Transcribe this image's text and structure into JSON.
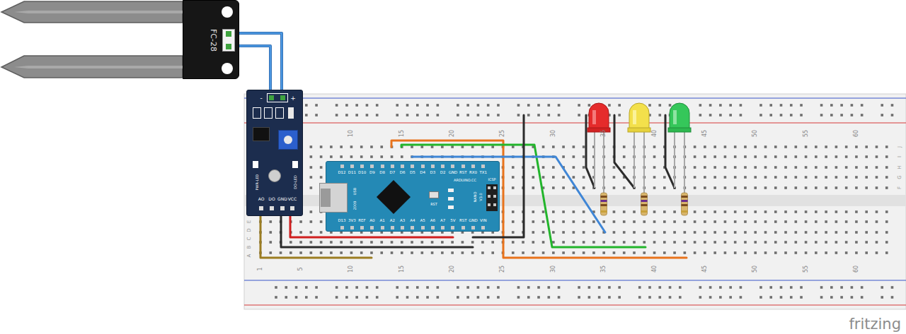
{
  "diagram": {
    "nodes": [
      {
        "text": [
          "FC-28"
        ]
      },
      {
        "text": [
          "-",
          "+",
          "PWR-LED",
          "DO-LED",
          "AO",
          "DO",
          "GND",
          "VCC"
        ]
      },
      {
        "text": [
          "D12",
          "D11",
          "D10",
          "D9",
          "D8",
          "D7",
          "D6",
          "D5",
          "D4",
          "D3",
          "D2",
          "GND",
          "RST",
          "RX0",
          "TX1",
          "D13",
          "3V3",
          "REF",
          "A0",
          "A1",
          "A2",
          "A3",
          "A4",
          "A5",
          "A6",
          "A7",
          "5V",
          "RST",
          "GND",
          "VIN",
          "ARDUINO.CC",
          "NANO",
          "V3.0",
          "ICSP",
          "RST",
          "USB",
          "2009"
        ]
      }
    ],
    "edges": [
      {
        "from": 0,
        "to": 1,
        "arrow": "none"
      },
      {
        "from": 0,
        "to": 1,
        "arrow": "none"
      }
    ],
    "labels": [
      "10",
      "15",
      "20",
      "25",
      "30",
      "35",
      "40",
      "45",
      "50",
      "55",
      "60",
      "1",
      "5",
      "10",
      "15",
      "20",
      "25",
      "30",
      "35",
      "40",
      "45",
      "50",
      "55",
      "60",
      "A",
      "B",
      "C",
      "D",
      "E",
      "F",
      "G",
      "H",
      "I",
      "J",
      "fritzing"
    ]
  }
}
